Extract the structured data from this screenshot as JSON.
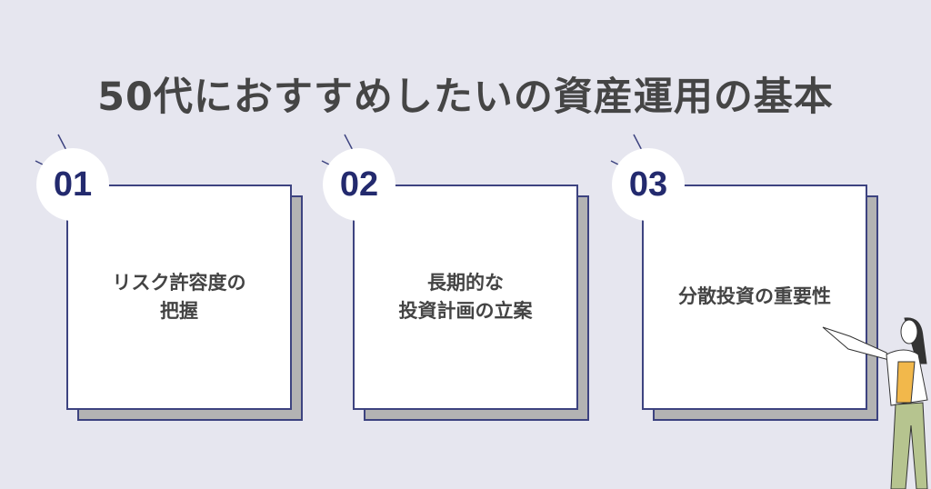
{
  "title": "50代におすすめしたいの資産運用の基本",
  "colors": {
    "background": "#e6e6ef",
    "accent": "#232a6e",
    "border": "#3d4380",
    "shadow": "#b3b3b3"
  },
  "cards": [
    {
      "number": "01",
      "text": "リスク許容度の\n把握"
    },
    {
      "number": "02",
      "text": "長期的な\n投資計画の立案"
    },
    {
      "number": "03",
      "text": "分散投資の重要性"
    }
  ],
  "illustration": "woman-presenter"
}
